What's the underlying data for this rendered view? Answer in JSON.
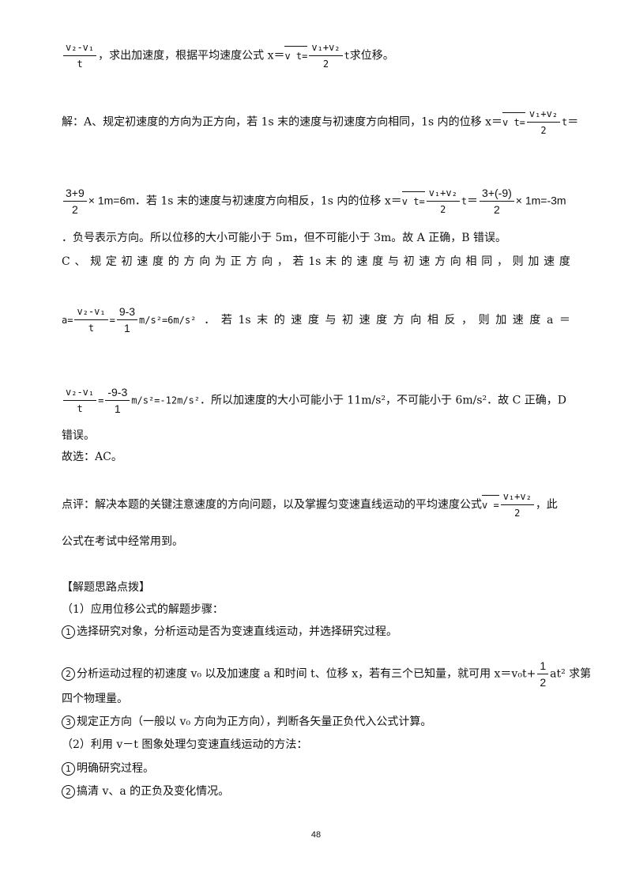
{
  "f_v2mv1": {
    "num": "v₂-v₁",
    "den": "t"
  },
  "f_avg": {
    "num": "v₁+v₂",
    "den": "2"
  },
  "f_39_2": {
    "num": "3+9",
    "den": "2"
  },
  "f_3m9_2": {
    "num": "3+(-9)",
    "den": "2"
  },
  "f_93_1": {
    "num": "9-3",
    "den": "1"
  },
  "f_m93_1": {
    "num": "-9-3",
    "den": "1"
  },
  "f_half": {
    "num": "1",
    "den": "2"
  },
  "line1": {
    "a": "，求出加速度，根据平均速度公式 x＝",
    "vt": "v t=",
    "t": "t",
    "b": "求位移。"
  },
  "line2": {
    "a": "解：A、规定初速度的方向为正方向，若 1s 末的速度与初速度方向相同，1s 内的位移 x＝",
    "vt": "v t=",
    "t": "t",
    "eq": "＝"
  },
  "line3": {
    "a": "× 1m=6m",
    "b": "．若 1s 末的速度与初速度方向相反，1s 内的位移 x＝",
    "vt": "v t=",
    "t": "t",
    "eq": "＝",
    "c": "× 1m=-3m"
  },
  "line4": "．负号表示方向。所以位移的大小可能小于 5m，但不可能小于 3m。故 A 正确，B 错误。",
  "line5": [
    "C",
    "、",
    "规",
    "定",
    "初",
    "速",
    "度",
    "的",
    "方",
    "向",
    "为",
    "正",
    "方",
    "向",
    "，",
    "若",
    "1s",
    "末",
    "的",
    "速",
    "度",
    "与",
    "初",
    "速",
    "方",
    "向",
    "相",
    "同",
    "，",
    "则",
    "加",
    "速",
    "度"
  ],
  "line6": {
    "a": "a=",
    "eq1": "=",
    "unit": "m/s²=6m/s²",
    "words": [
      "．",
      "若",
      "1s",
      "末",
      "的",
      "速",
      "度",
      "与",
      "初",
      "速",
      "度",
      "方",
      "向",
      "相",
      "反",
      "，",
      "则",
      "加",
      "速",
      "度",
      "a",
      "＝"
    ]
  },
  "line7": {
    "eq1": "=",
    "unit": "m/s²=-12m/s²",
    "b": "．所以加速度的大小可能小于 11m/s²，不可能小于 6m/s²．故 C 正确，D"
  },
  "line8": "错误。",
  "line9": "故选：AC。",
  "line10": {
    "a": "点评：解决本题的关键注意速度的方向问题，以及掌握匀变速直线运动的平均速度公式",
    "veq": "v =",
    "b": "，此"
  },
  "line11": "公式在考试中经常用到。",
  "line12": "【解题思路点拨】",
  "line13": "（1）应用位移公式的解题步骤：",
  "line14": {
    "c": "1",
    "t": "选择研究对象，分析运动是否为变速直线运动，并选择研究过程。"
  },
  "line15": {
    "c": "2",
    "a": "分析运动过程的初速度 v₀ 以及加速度 a 和时间 t、位移 x，若有三个已知量，就可用 x＝v₀t+",
    "b": "at² 求第"
  },
  "line16": "四个物理量。",
  "line17": {
    "c": "3",
    "t": "规定正方向（一般以 v₀ 方向为正方向），判断各矢量正负代入公式计算。"
  },
  "line18": "（2）利用 v－t 图象处理匀变速直线运动的方法：",
  "line19": {
    "c": "1",
    "t": "明确研究过程。"
  },
  "line20": {
    "c": "2",
    "t": "搞清 v、a 的正负及变化情况。"
  },
  "page_number": "48"
}
